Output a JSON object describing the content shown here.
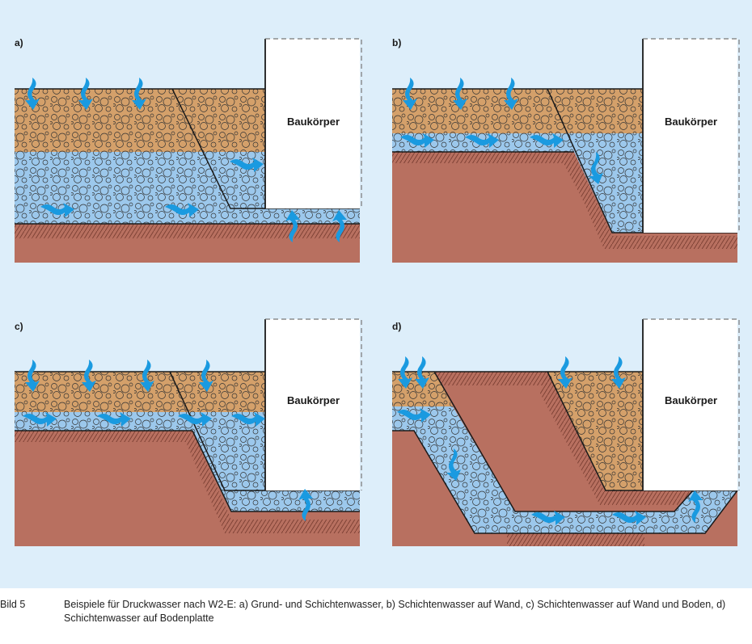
{
  "figure": {
    "panels": [
      {
        "id": "a",
        "label": "a)",
        "building_label": "Baukörper",
        "scenario": "Grund- und Schichtenwasser"
      },
      {
        "id": "b",
        "label": "b)",
        "building_label": "Baukörper",
        "scenario": "Schichtenwasser auf Wand"
      },
      {
        "id": "c",
        "label": "c)",
        "building_label": "Baukörper",
        "scenario": "Schichtenwasser auf Wand und Boden"
      },
      {
        "id": "d",
        "label": "d)",
        "building_label": "Baukörper",
        "scenario": "Schichtenwasser auf Bodenplatte"
      }
    ],
    "colors": {
      "background": "#ddeefa",
      "gravel": "#d4a06a",
      "water_gravel": "#9cc8ec",
      "soil": "#b87060",
      "arrow": "#1a9ae0",
      "building": "#ffffff",
      "outline": "#1a1a1a"
    }
  },
  "caption": {
    "number": "Bild 5",
    "text": "Beispiele für Druckwasser nach W2-E: a) Grund- und Schichtenwasser, b) Schichtenwasser auf Wand, c) Schichtenwasser auf Wand und Boden, d) Schichtenwasser auf Bodenplatte"
  }
}
